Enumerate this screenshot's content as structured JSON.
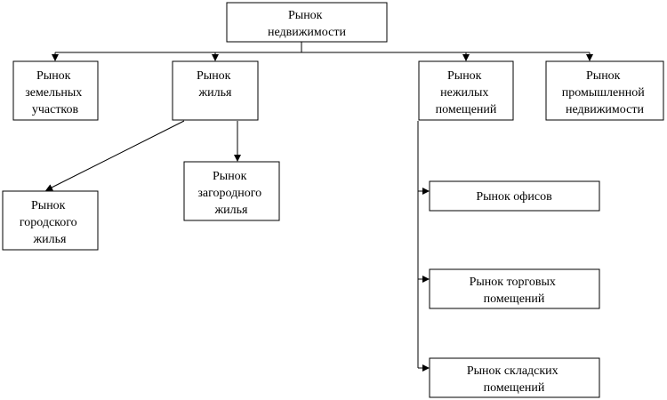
{
  "nodes": [
    {
      "id": "root",
      "lines": [
        "Рынок",
        "недвижимости"
      ]
    },
    {
      "id": "land",
      "lines": [
        "Рынок",
        "земельных",
        "участков"
      ]
    },
    {
      "id": "housing",
      "lines": [
        "Рынок",
        "жилья"
      ]
    },
    {
      "id": "nonresidential",
      "lines": [
        "Рынок",
        "нежилых",
        "помещений"
      ]
    },
    {
      "id": "industrial",
      "lines": [
        "Рынок",
        "промышленной",
        "недвижимости"
      ]
    },
    {
      "id": "urban",
      "lines": [
        "Рынок",
        "городского",
        "жилья"
      ]
    },
    {
      "id": "suburban",
      "lines": [
        "Рынок",
        "загородного",
        "жилья"
      ]
    },
    {
      "id": "offices",
      "lines": [
        "Рынок офисов"
      ]
    },
    {
      "id": "retail",
      "lines": [
        "Рынок торговых",
        "помещений"
      ]
    },
    {
      "id": "warehouse",
      "lines": [
        "Рынок складских",
        "помещений"
      ]
    }
  ],
  "edges": [
    {
      "from": "root",
      "to": "land"
    },
    {
      "from": "root",
      "to": "housing"
    },
    {
      "from": "root",
      "to": "nonresidential"
    },
    {
      "from": "root",
      "to": "industrial"
    },
    {
      "from": "housing",
      "to": "urban"
    },
    {
      "from": "housing",
      "to": "suburban"
    },
    {
      "from": "nonresidential",
      "to": "offices"
    },
    {
      "from": "nonresidential",
      "to": "retail"
    },
    {
      "from": "nonresidential",
      "to": "warehouse"
    }
  ]
}
